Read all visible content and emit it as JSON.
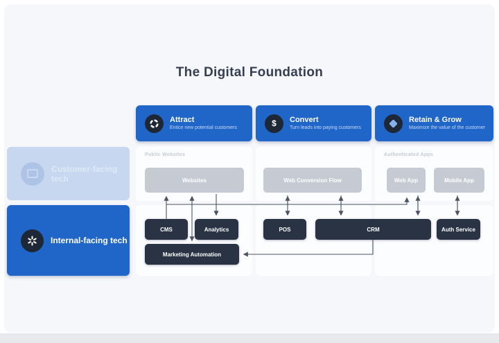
{
  "title": "The Digital Foundation",
  "colors": {
    "accent_blue": "#2065c8",
    "dark_navy_node": "#2a3343",
    "icon_circle": "#1e2735",
    "muted_card": "#c7d7ef",
    "gray_node": "#c5cad3",
    "background": "#f5f7fa",
    "arrow": "#4a5462"
  },
  "stages": [
    {
      "label": "Attract",
      "subtitle": "Entice new potential customers",
      "icon": "aperture-icon"
    },
    {
      "label": "Convert",
      "subtitle": "Turn leads into paying customers",
      "icon": "dollar-coin-icon"
    },
    {
      "label": "Retain & Grow",
      "subtitle": "Maximize the value of the customer",
      "icon": "gem-icon"
    }
  ],
  "rows": {
    "customer_facing": {
      "label": "Customer-facing tech",
      "icon": "screen-icon"
    },
    "internal_facing": {
      "label": "Internal-facing tech",
      "icon": "hub-icon"
    }
  },
  "section_labels": {
    "public_websites": "Public Websites",
    "authenticated_apps": "Authenticated Apps"
  },
  "nodes": {
    "websites": {
      "label": "Websites"
    },
    "web_conversion_flow": {
      "label": "Web Conversion Flow"
    },
    "web_app": {
      "label": "Web App"
    },
    "mobile_app": {
      "label": "Mobile App"
    },
    "cms": {
      "label": "CMS"
    },
    "analytics": {
      "label": "Analytics"
    },
    "marketing_automation": {
      "label": "Marketing Automation"
    },
    "pos": {
      "label": "POS"
    },
    "crm": {
      "label": "CRM"
    },
    "auth_service": {
      "label": "Auth Service"
    }
  }
}
